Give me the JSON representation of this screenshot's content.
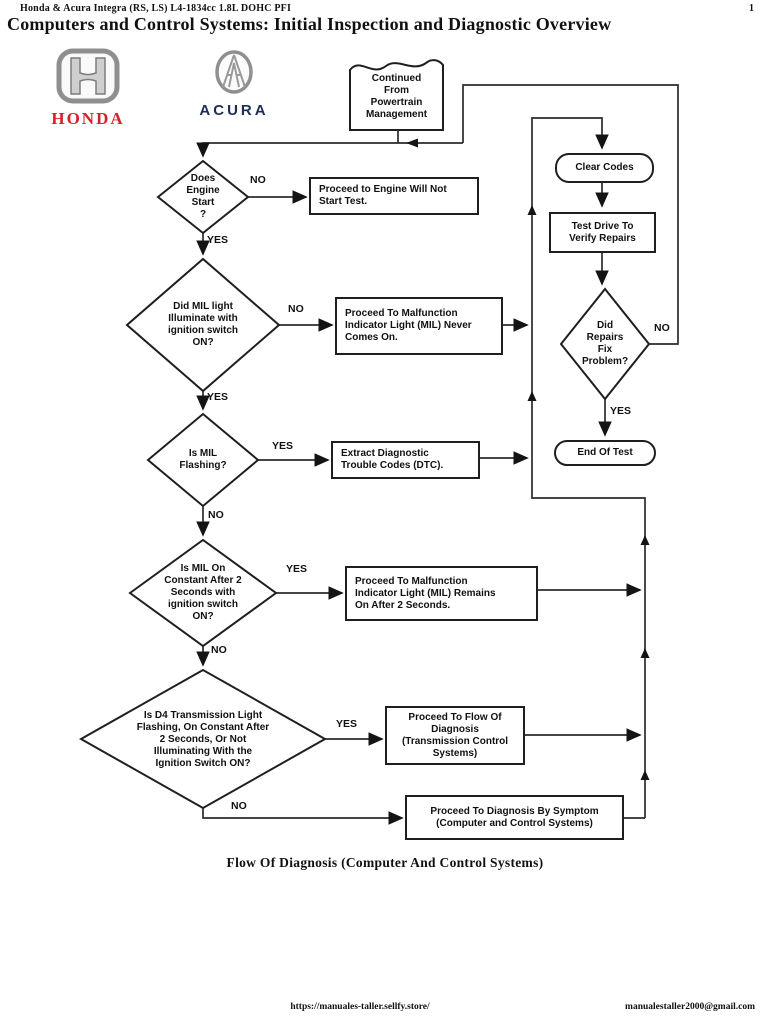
{
  "header": {
    "product_line": "Honda & Acura Integra (RS, LS) L4-1834cc 1.8L DOHC PFI",
    "page_number": "1",
    "title": "Computers and Control Systems: Initial Inspection and Diagnostic Overview"
  },
  "logos": {
    "honda_label": "HONDA",
    "honda_color": "#d6212b",
    "acura_label": "ACURA",
    "acura_color": "#1d2e52"
  },
  "flowchart": {
    "labels": {
      "yes": "YES",
      "no": "NO"
    },
    "nodes": {
      "continued": {
        "label": "Continued\nFrom\nPowertrain\nManagement"
      },
      "engine_start": {
        "label": "Does\nEngine\nStart\n?"
      },
      "engine_no_start": {
        "label": "Proceed to Engine Will Not\nStart Test."
      },
      "mil_illuminate": {
        "label": "Did MIL light\nIlluminate with\nignition switch\nON?"
      },
      "mil_never_on": {
        "label": "Proceed To Malfunction\nIndicator Light (MIL) Never\nComes On."
      },
      "mil_flashing": {
        "label": "Is MIL\nFlashing?"
      },
      "extract_dtc": {
        "label": "Extract Diagnostic\nTrouble Codes (DTC)."
      },
      "mil_constant": {
        "label": "Is MIL On\nConstant After 2\nSeconds with\nignition switch\nON?"
      },
      "mil_remains_on": {
        "label": "Proceed To Malfunction\nIndicator Light (MIL) Remains\nOn After 2 Seconds."
      },
      "d4_light": {
        "label": "Is D4 Transmission Light\nFlashing, On Constant After\n2 Seconds, Or Not\nIlluminating With the\nIgnition Switch ON?"
      },
      "flow_diagnosis_tcs": {
        "label": "Proceed To Flow Of\nDiagnosis\n(Transmission Control\nSystems)"
      },
      "diagnosis_by_symptom": {
        "label": "Proceed To Diagnosis By Symptom\n(Computer and Control Systems)"
      },
      "clear_codes": {
        "label": "Clear Codes"
      },
      "test_drive": {
        "label": "Test Drive To\nVerify Repairs"
      },
      "repairs_fix": {
        "label": "Did\nRepairs\nFix\nProblem?"
      },
      "end_of_test": {
        "label": "End Of Test"
      }
    },
    "caption": "Flow Of Diagnosis (Computer And Control Systems)"
  },
  "footer": {
    "url": "https://manuales-taller.sellfy.store/",
    "email": "manualestaller2000@gmail.com"
  }
}
